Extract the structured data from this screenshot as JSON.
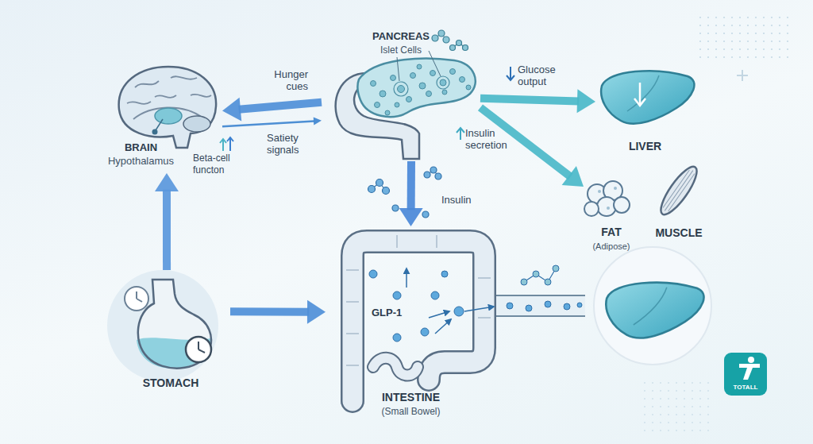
{
  "diagram": {
    "nodes": [
      {
        "text": [
          "BRAIN",
          "Hypothalamus"
        ]
      },
      {
        "text": [
          "PANCREAS",
          "Islet Cells"
        ]
      },
      {
        "text": [
          "LIVER"
        ]
      },
      {
        "text": [
          "FAT",
          "(Adipose)"
        ]
      },
      {
        "text": [
          "MUSCLE"
        ]
      },
      {
        "text": [
          "STOMACH"
        ]
      },
      {
        "text": [
          "INTESTINE",
          "(Small Bowel)"
        ]
      }
    ],
    "edges": [
      {
        "from": 1,
        "to": 0,
        "label": "Hunger cues",
        "arrow": "to"
      },
      {
        "from": 0,
        "to": 1,
        "label": "Satiety signals",
        "arrow": "to"
      },
      {
        "from": 1,
        "to": 2,
        "label": "Glucose output",
        "arrow": "to"
      },
      {
        "from": 1,
        "to": 3,
        "label": "Insulin secretion",
        "arrow": "to"
      },
      {
        "from": 1,
        "to": 6,
        "label": "Insulin",
        "arrow": "to"
      },
      {
        "from": 5,
        "to": 0,
        "arrow": "to"
      },
      {
        "from": 5,
        "to": 6,
        "arrow": "to"
      }
    ],
    "labels": [
      "Beta-cell functon",
      "GLP-1",
      "TOTALL"
    ]
  }
}
